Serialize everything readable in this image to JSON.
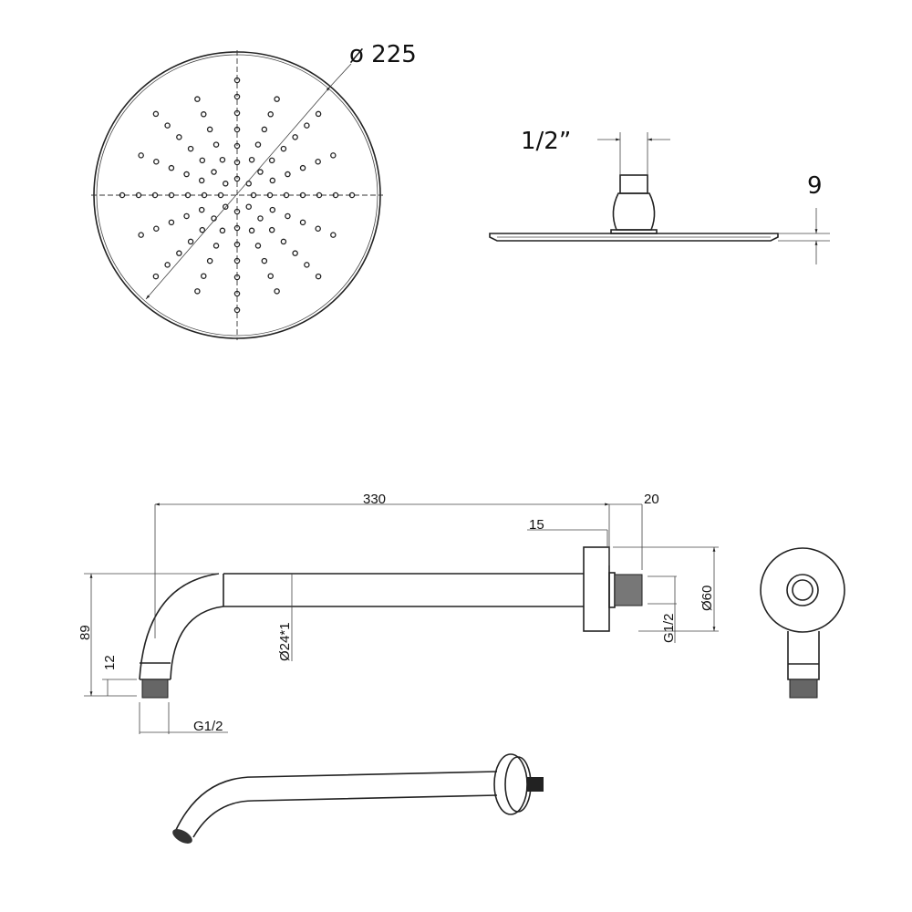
{
  "showerhead_top": {
    "diameter_label": "ø 225"
  },
  "showerhead_side": {
    "thread_label": "1/2”",
    "thickness_label": "9"
  },
  "arm_side": {
    "length_label": "330",
    "thread_length_label": "20",
    "flange_thickness_label": "15",
    "height_label": "89",
    "outlet_thread_length_label": "12",
    "tube_diameter_label": "Ø24*1",
    "outlet_thread_label": "G1/2",
    "flange_diameter_label": "Ø60",
    "inlet_thread_label": "G1/2"
  },
  "colors": {
    "line": "#222222",
    "background": "#ffffff"
  }
}
